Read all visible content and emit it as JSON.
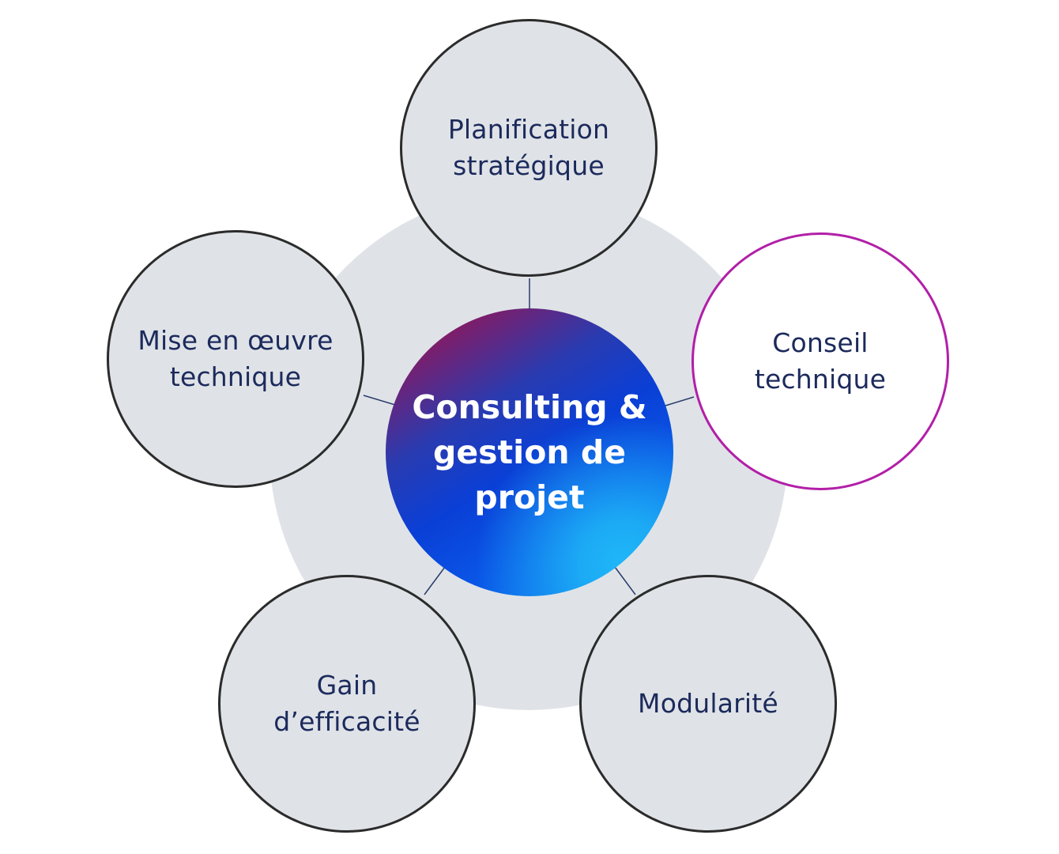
{
  "diagram": {
    "center_label": "Consulting & gestion de projet",
    "nodes": {
      "planification": "Planification stratégique",
      "conseil": "Conseil technique",
      "mise": "Mise en œuvre technique",
      "gain": "Gain d’efficacité",
      "modularite": "Modularité"
    },
    "highlighted_node": "Conseil technique",
    "colors": {
      "node_fill": "#dfe3e7",
      "node_border": "#2b2b2b",
      "highlight_border": "#b21fa8",
      "text": "#1c2a5c",
      "center_gradient_start": "#b0123d",
      "center_gradient_mid": "#0a3fd6",
      "center_gradient_end": "#1fb6f7"
    }
  }
}
